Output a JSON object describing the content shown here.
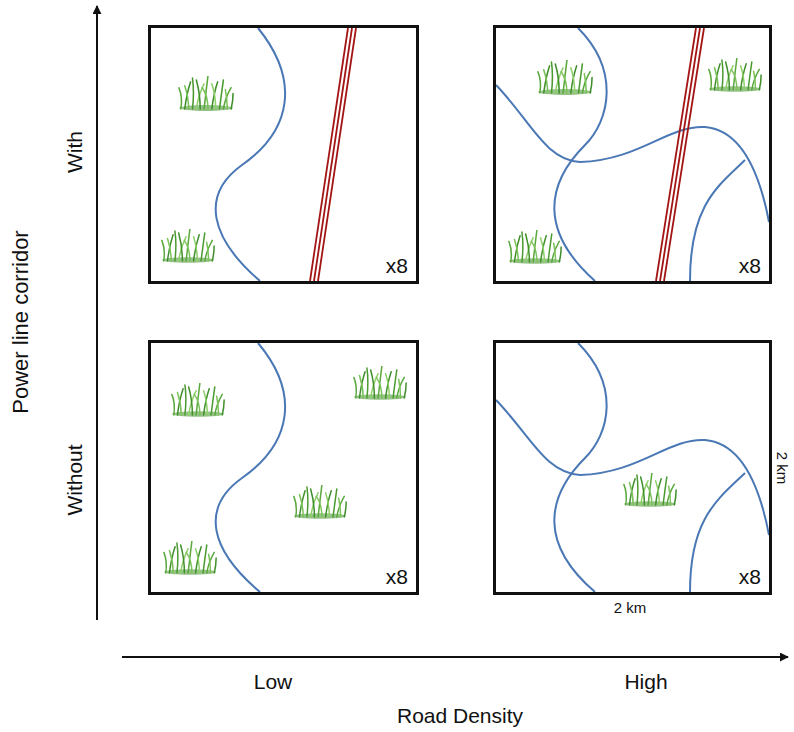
{
  "diagram": {
    "nodes": [
      {
        "text": [
          "x8"
        ]
      },
      {
        "text": [
          "x8"
        ]
      },
      {
        "text": [
          "x8"
        ]
      },
      {
        "text": [
          "x8"
        ]
      }
    ],
    "labels": [
      "Power line corridor",
      "With",
      "Without",
      "Low",
      "High",
      "Road Density",
      "2 km",
      "2 km"
    ]
  }
}
